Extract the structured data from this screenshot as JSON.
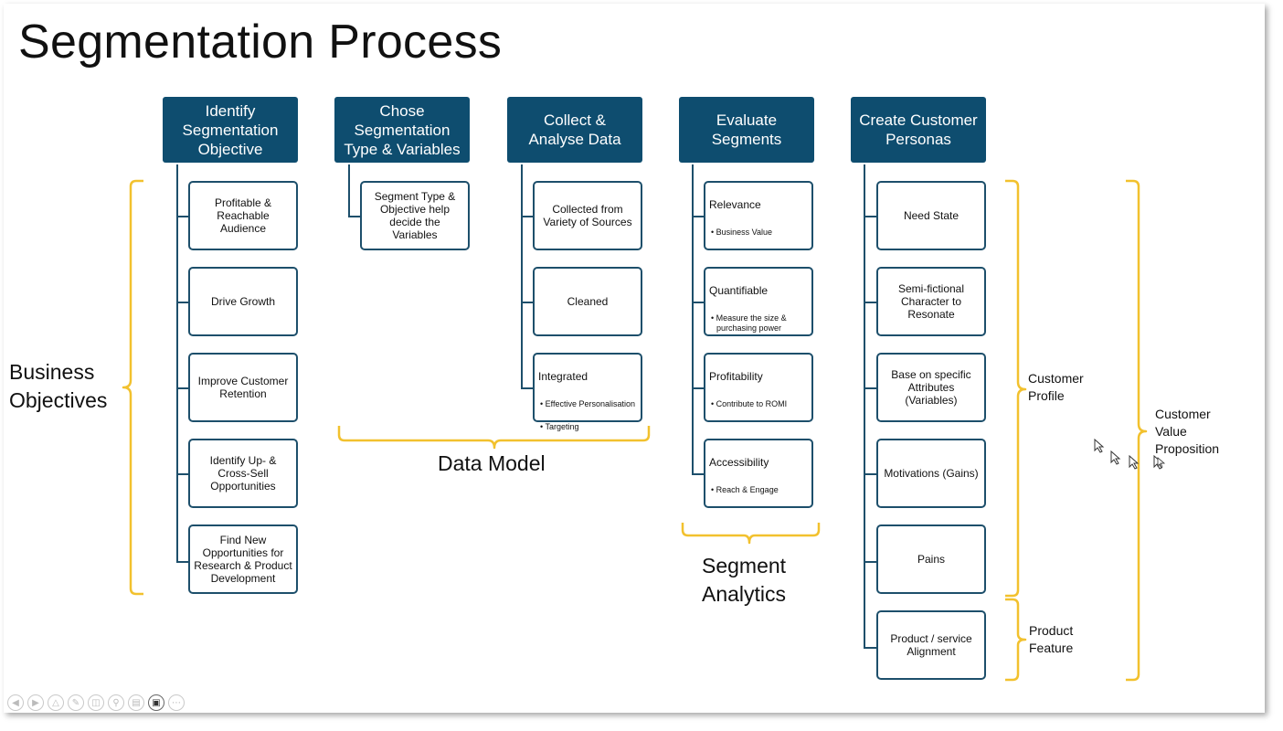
{
  "title": "Segmentation Process",
  "headers": [
    "Identify\nSegmentation\nObjective",
    "Chose\nSegmentation\nType & Variables",
    "Collect &\nAnalyse Data",
    "Evaluate\nSegments",
    "Create Customer\nPersonas"
  ],
  "objective_items": [
    "Profitable &\nReachable\nAudience",
    "Drive Growth",
    "Improve Customer\nRetention",
    "Identify Up- &\nCross-Sell\nOpportunities",
    "Find New\nOpportunities for\nResearch & Product\nDevelopment"
  ],
  "type_items": [
    "Segment Type &\nObjective help\ndecide the\nVariables"
  ],
  "data_items": [
    {
      "title": "Collected from\nVariety of Sources"
    },
    {
      "title": "Cleaned"
    },
    {
      "title": "Integrated",
      "bullets": [
        "• Effective Personalisation",
        "• Targeting"
      ]
    }
  ],
  "evaluate_items": [
    {
      "title": "Relevance",
      "bullets": [
        "• Business Value"
      ]
    },
    {
      "title": "Quantifiable",
      "bullets": [
        "• Measure the size & purchasing power"
      ]
    },
    {
      "title": "Profitability",
      "bullets": [
        "• Contribute to ROMI"
      ]
    },
    {
      "title": "Accessibility",
      "bullets": [
        "• Reach & Engage"
      ]
    }
  ],
  "persona_items": [
    "Need State",
    "Semi-fictional\nCharacter to\nResonate",
    "Base on specific\nAttributes\n(Variables)",
    "Motivations (Gains)",
    "Pains",
    "Product / service\nAlignment"
  ],
  "labels": {
    "business_objectives": "Business\nObjectives",
    "data_model": "Data Model",
    "segment_analytics": "Segment\nAnalytics",
    "customer_profile": "Customer\nProfile",
    "product_feature": "Product\nFeature",
    "customer_value_proposition": "Customer\nValue\nProposition"
  },
  "colors": {
    "header_bg": "#0e4d6f",
    "box_border": "#1d4f6b",
    "bracket": "#f2c12e"
  },
  "toolbar_icons": [
    "previous-icon",
    "next-icon",
    "pointer-icon",
    "pen-icon",
    "slides-icon",
    "zoom-icon",
    "subtitles-icon",
    "camera-icon",
    "more-icon"
  ]
}
